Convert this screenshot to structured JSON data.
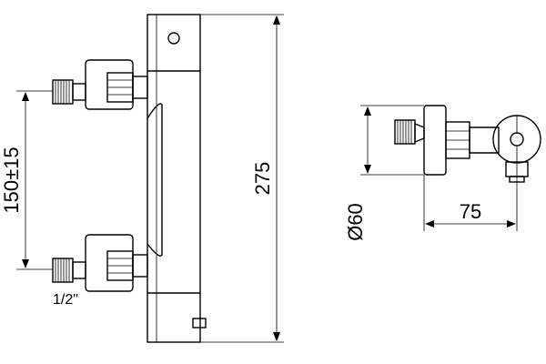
{
  "dimensions": {
    "height": "275",
    "inlet_spacing": "150±15",
    "connection": "1/2\"",
    "depth": "75",
    "diameter": "Ø60"
  }
}
